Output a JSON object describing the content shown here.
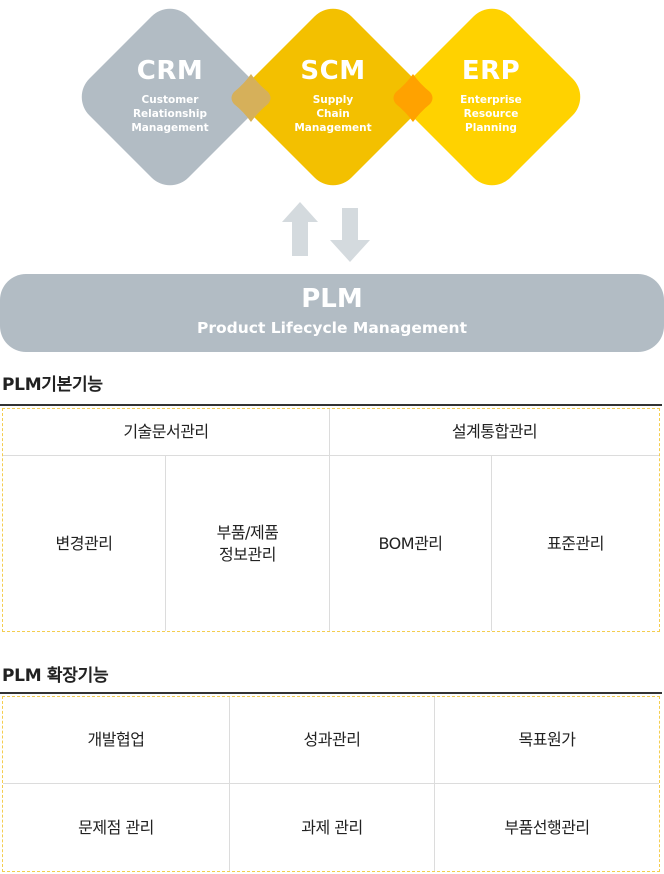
{
  "diamonds": [
    {
      "title": "CRM",
      "sub": [
        "Customer",
        "Relationship",
        "Management"
      ],
      "color": "#b2bcc4"
    },
    {
      "title": "SCM",
      "sub": [
        "Supply",
        "Chain",
        "Management"
      ],
      "color": "#f3c000"
    },
    {
      "title": "ERP",
      "sub": [
        "Enterprise",
        "Resource",
        "Planning"
      ],
      "color": "#ffd200"
    }
  ],
  "overlap_colors": {
    "crm_scm": "#d6b05a",
    "scm_erp": "#ffa200"
  },
  "arrow_color": "#d4dade",
  "plm": {
    "title": "PLM",
    "subtitle": "Product Lifecycle Management",
    "color": "#b2bcc4"
  },
  "basic": {
    "title": "PLM기본기능",
    "groups": [
      "기술문서관리",
      "설계통합관리"
    ],
    "items": [
      "변경관리",
      "부품/제품\n정보관리",
      "BOM관리",
      "표준관리"
    ]
  },
  "extended": {
    "title": "PLM 확장기능",
    "rows": [
      [
        "개발협업",
        "성과관리",
        "목표원가"
      ],
      [
        "문제점 관리",
        "과제 관리",
        "부품선행관리"
      ]
    ]
  },
  "accent_border": "#f4cd4f"
}
